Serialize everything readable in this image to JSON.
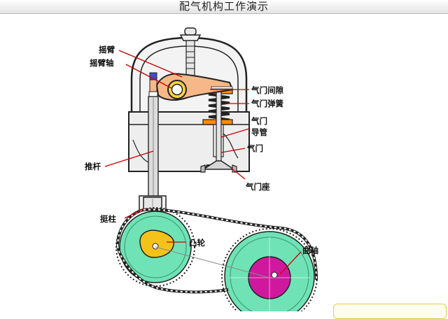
{
  "title": "配气机构工作演示",
  "colors": {
    "head": "#eeeeee",
    "rocker": "#f6b888",
    "cam": "#f5c21a",
    "gear": "#6fe3b6",
    "crank_hub": "#d0189f",
    "spring": "#ff8c00",
    "leader": "#cc0000"
  },
  "labels": {
    "rocker_arm": "摇臂",
    "rocker_shaft": "摇臂轴",
    "valve_clearance": "气门间隙",
    "valve_spring": "气门弹簧",
    "valve_guide_1": "气门",
    "valve_guide_2": "导管",
    "valve": "气门",
    "valve_seat": "气门座",
    "push_rod": "推杆",
    "tappet": "挺柱",
    "cam": "凸轮",
    "crankshaft": "曲轴"
  }
}
